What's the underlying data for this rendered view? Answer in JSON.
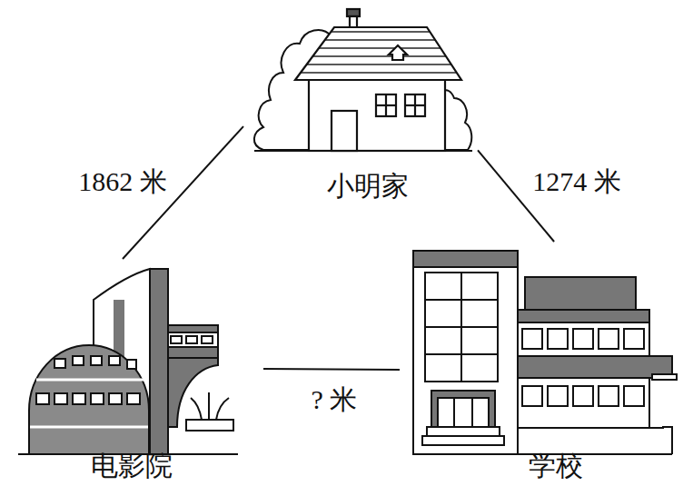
{
  "diagram": {
    "nodes": [
      {
        "text": [
          "小明家"
        ]
      },
      {
        "text": [
          "电影院"
        ]
      },
      {
        "text": [
          "学校"
        ]
      }
    ],
    "edges": [
      {
        "from": 0,
        "to": 1,
        "arrow": "none",
        "label": "1862 米"
      },
      {
        "from": 0,
        "to": 2,
        "arrow": "none",
        "label": "1274 米"
      },
      {
        "from": 1,
        "to": 2,
        "arrow": "none",
        "label": "? 米"
      }
    ]
  }
}
